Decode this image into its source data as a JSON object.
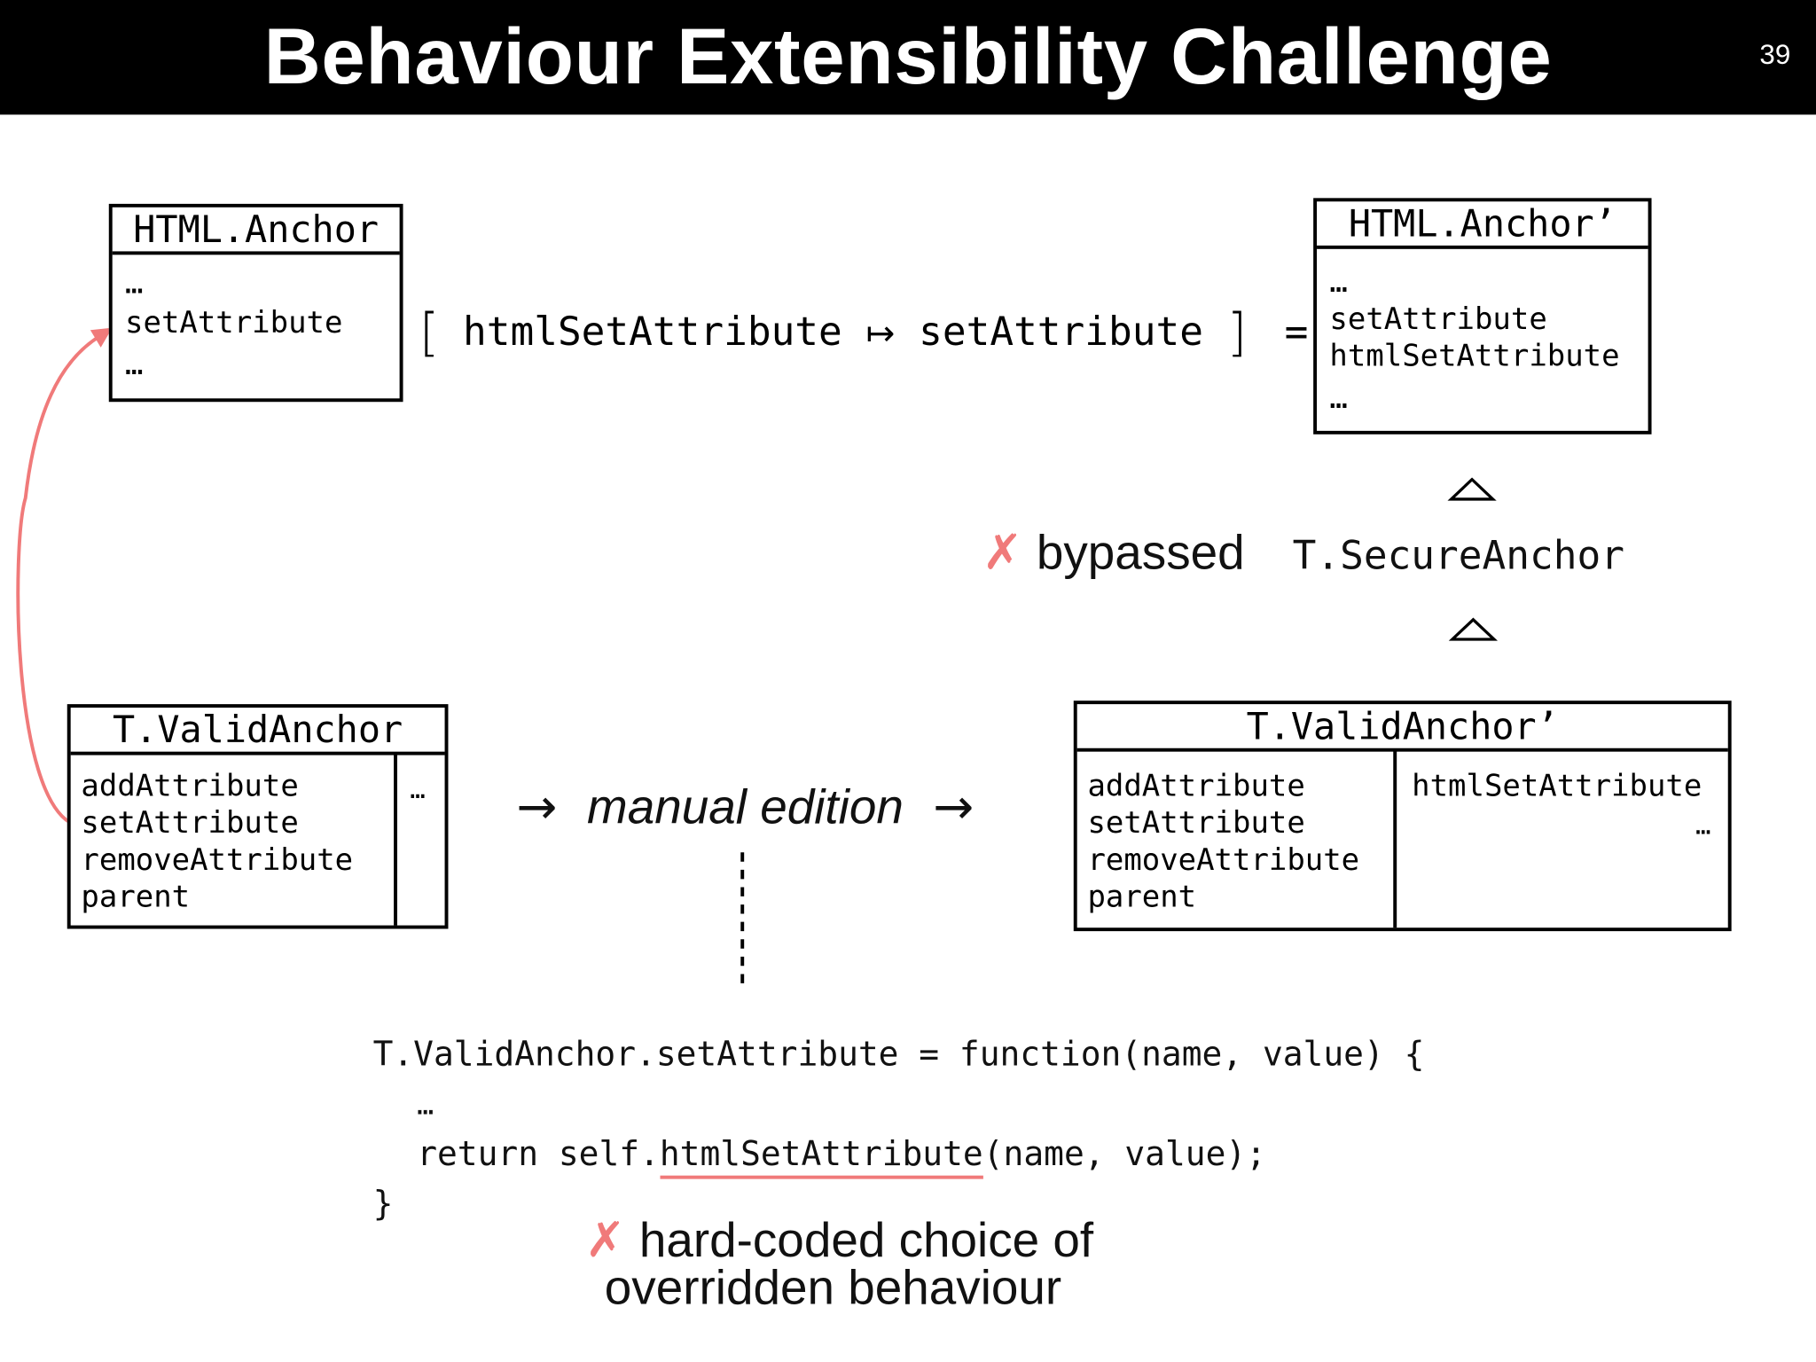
{
  "slide": {
    "title": "Behaviour Extensibility Challenge",
    "number": "39"
  },
  "boxes": {
    "html_anchor": {
      "title": "HTML.Anchor",
      "lines": [
        "…",
        "setAttribute",
        "…"
      ]
    },
    "html_anchor_prime": {
      "title": "HTML.Anchor’",
      "lines": [
        "…",
        "setAttribute",
        "htmlSetAttribute",
        "…"
      ]
    },
    "valid_anchor": {
      "title": "T.ValidAnchor",
      "left_lines": [
        "addAttribute",
        "setAttribute",
        "removeAttribute",
        "parent"
      ],
      "right_lines": [
        "…"
      ]
    },
    "valid_anchor_prime": {
      "title": "T.ValidAnchor’",
      "left_lines": [
        "addAttribute",
        "setAttribute",
        "removeAttribute",
        "parent"
      ],
      "right_lines": [
        "htmlSetAttribute",
        "…"
      ]
    }
  },
  "formula": {
    "open": "[",
    "lhs": "htmlSetAttribute",
    "mapsto": "↦",
    "rhs": "setAttribute",
    "close": "]",
    "equals": "="
  },
  "secure_anchor": "T.SecureAnchor",
  "bypassed": {
    "mark": "✗",
    "text": "bypassed"
  },
  "manual_edition": {
    "arrow_left": "→",
    "text": "manual edition",
    "arrow_right": "→"
  },
  "code": {
    "line1": "T.ValidAnchor.setAttribute = function(name, value) {",
    "line2": "…",
    "line3_pre": "return self.",
    "line3_hl": "htmlSetAttribute",
    "line3_post": "(name, value);",
    "line4": "}"
  },
  "note": {
    "mark": "✗",
    "line1": "hard-coded choice of",
    "line2": "overridden behaviour"
  },
  "colors": {
    "accent_red": "#f07a7a",
    "titlebar": "#000000"
  }
}
